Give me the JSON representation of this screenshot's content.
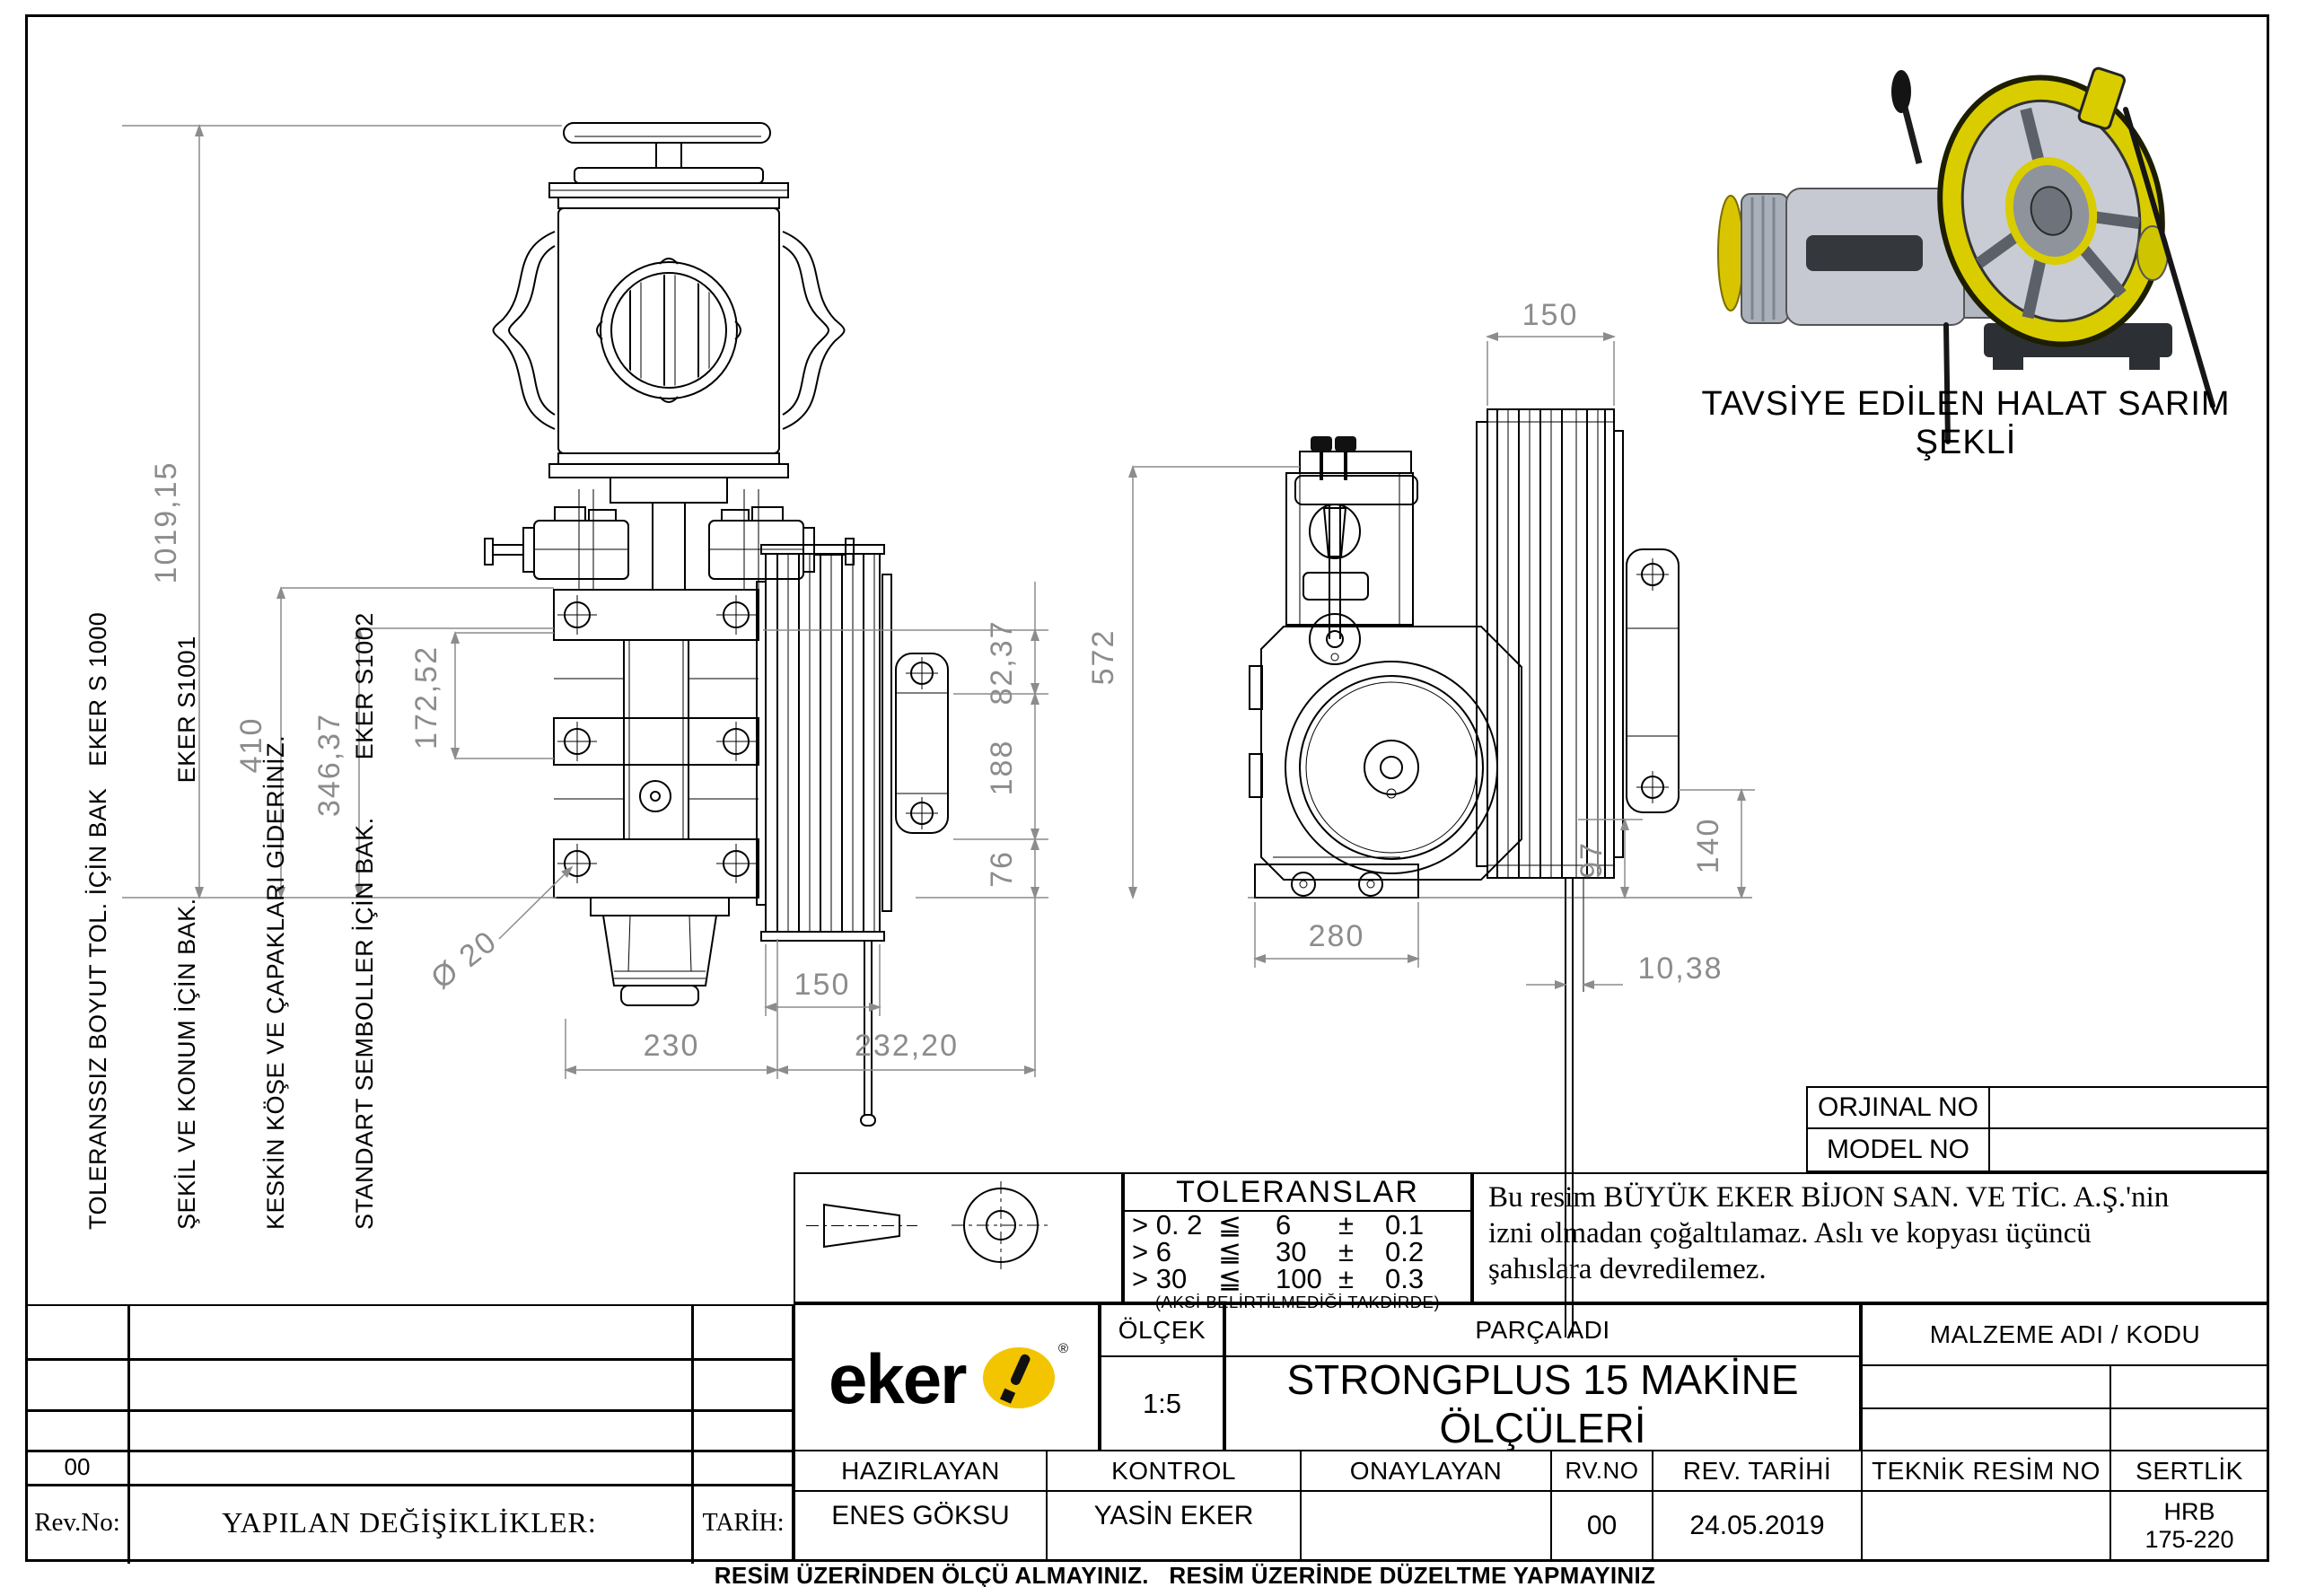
{
  "colors": {
    "brand_yellow": "#f2c500",
    "dim_gray": "#8c8c8c",
    "line_black": "#000000",
    "wheel_yellow": "#d9cd00"
  },
  "side_notes": {
    "line1": "TOLERANSSIZ BOYUT TOL. İÇİN BAK   EKER S 1000",
    "line2": "ŞEKİL VE KONUM İÇİN BAK.                EKER S1001",
    "line3": "KESKİN KÖŞE VE ÇAPAKLARI GİDERİNİZ.",
    "line4": "STANDART SEMBOLLER İÇİN BAK.        EKER S1002"
  },
  "drawing": {
    "caption": "TAVSİYE EDİLEN HALAT SARIM ŞEKLİ",
    "front_view": {
      "dims": {
        "total_height": "1019,15",
        "height_410": "410",
        "height_346": "346,37",
        "height_172": "172,52",
        "bolt_dia": "Ø 20",
        "right_82": "82,37",
        "right_188": "188",
        "right_76": "76",
        "pulley_width": "150",
        "base_left": "230",
        "base_right": "232,20"
      }
    },
    "side_view": {
      "dims": {
        "pulley_width": "150",
        "total_height": "572",
        "base_width": "280",
        "rope_97": "97",
        "rope_140": "140",
        "rope_offset": "10,38"
      }
    }
  },
  "tolerances": {
    "title": "TOLERANSLAR",
    "rows": [
      [
        "> 0. 2",
        "≦",
        "6",
        "±",
        "0.1"
      ],
      [
        "> 6",
        "≦",
        "30",
        "±",
        "0.2"
      ],
      [
        "> 30",
        "≦",
        "100",
        "±",
        "0.3"
      ]
    ],
    "note": "(AKSİ BELİRTİLMEDİĞİ TAKDİRDE)"
  },
  "copyright": {
    "line1": "Bu resim BÜYÜK EKER BİJON SAN. VE TİC. A.Ş.'nin",
    "line2": "izni olmadan çoğaltılamaz. Aslı ve kopyası üçüncü",
    "line3": "şahıslara devredilemez."
  },
  "info_box": {
    "orjinal_label": "ORJINAL NO",
    "orjinal_value": "",
    "model_label": "MODEL NO",
    "model_value": ""
  },
  "title_block": {
    "brand": "eker",
    "registered": "®",
    "scale_label": "ÖLÇEK",
    "scale_value": "1:5",
    "part_label": "PARÇA ADI",
    "part_value": "STRONGPLUS 15 MAKİNE ÖLÇÜLERİ",
    "material_label": "MALZEME ADI / KODU",
    "prepared_label": "HAZIRLAYAN",
    "prepared_value": "ENES GÖKSU",
    "control_label": "KONTROL",
    "control_value": "YASİN EKER",
    "approve_label": "ONAYLAYAN",
    "approve_value": "",
    "rev_no_label": "RV.NO",
    "rev_no_value": "00",
    "rev_date_label": "REV. TARİHİ",
    "rev_date_value": "24.05.2019",
    "tech_no_label": "TEKNİK RESİM NO",
    "tech_no_value": "",
    "hardness_label": "SERTLİK",
    "hardness_value_line1": "HRB",
    "hardness_value_line2": "175-220"
  },
  "revision_block": {
    "rev_label": "Rev.No:",
    "changes_label": "YAPILAN DEĞİŞİKLİKLER:",
    "date_label": "TARİH:",
    "rev_value": "00"
  },
  "footer": {
    "warning": "RESİM ÜZERİNDEN ÖLÇÜ ALMAYINIZ.   RESİM ÜZERİNDE DÜZELTME YAPMAYINIZ"
  }
}
